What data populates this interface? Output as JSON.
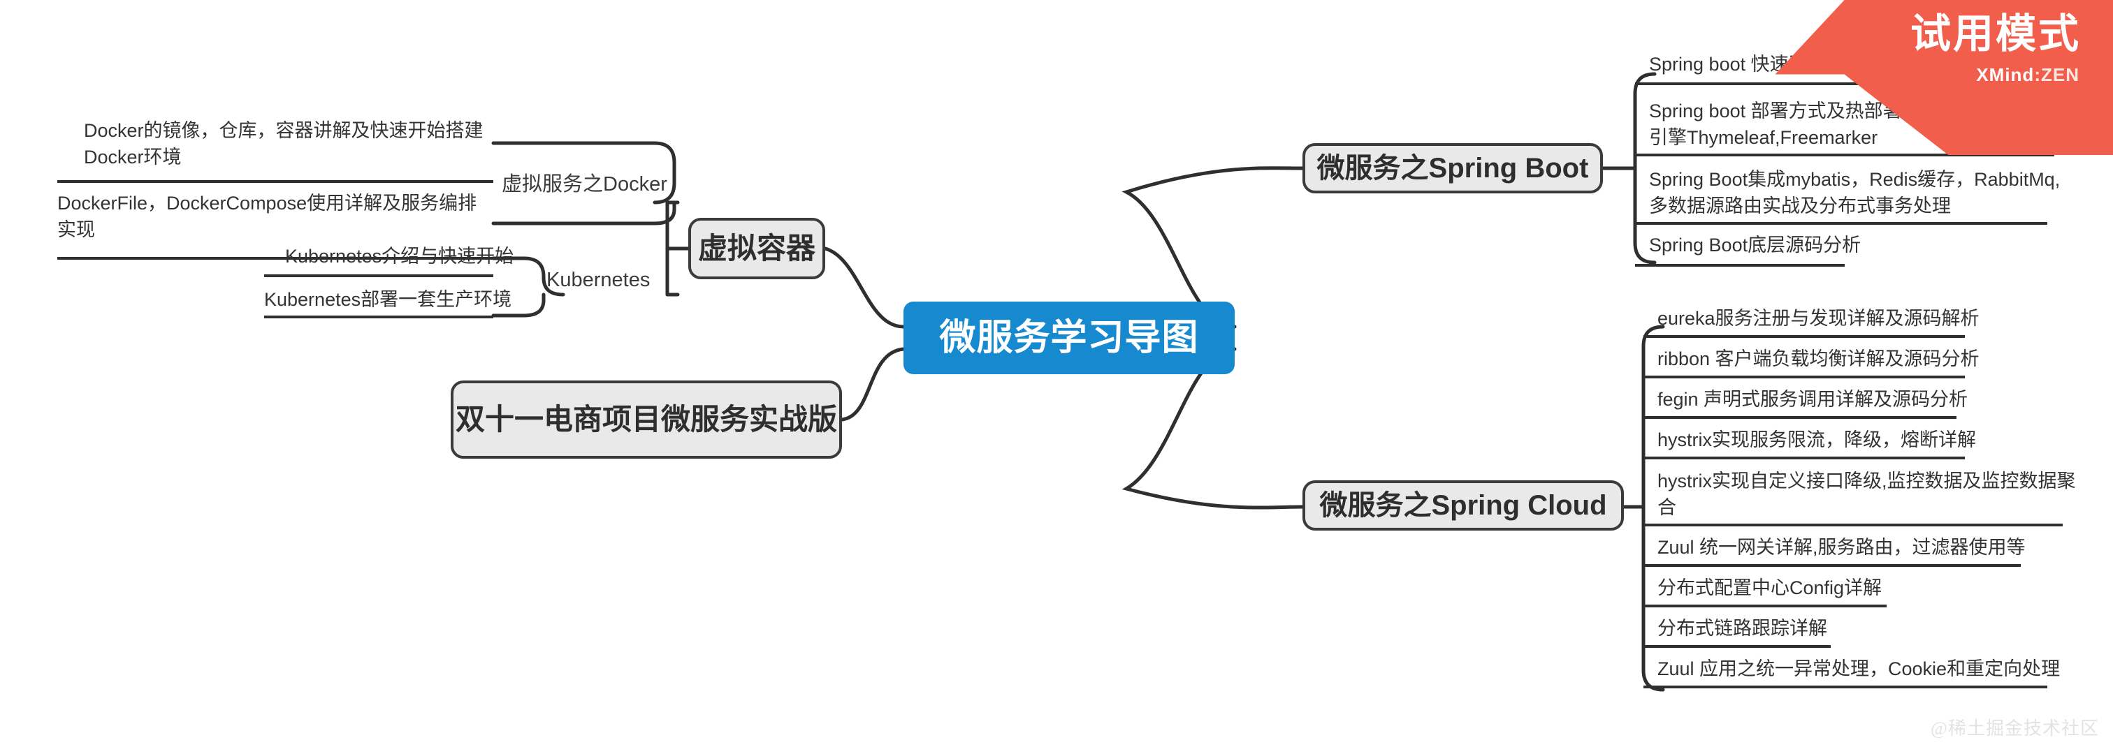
{
  "root": {
    "label": "微服务学习导图",
    "color": "#1789cf",
    "text_color": "#ffffff"
  },
  "theme": {
    "node_fill": "#e9e9e9",
    "node_border": "#3b3b3b",
    "line_color": "#2f2f2f",
    "text_color": "#333333",
    "accent_red": "#f15f4c",
    "background": "#ffffff"
  },
  "branches": {
    "spring_boot": {
      "label": "微服务之Spring Boot",
      "children": [
        {
          "text": "Spring boot 快速开始及核心配置详解"
        },
        {
          "text": "Spring boot 部署方式及热部署详解，Web开发模板",
          "text2": "引擎Thymeleaf,Freemarker"
        },
        {
          "text": "Spring Boot集成mybatis，Redis缓存，RabbitMq,",
          "text2": "多数据源路由实战及分布式事务处理"
        },
        {
          "text": "Spring Boot底层源码分析"
        }
      ]
    },
    "spring_cloud": {
      "label": "微服务之Spring Cloud",
      "children": [
        {
          "text": "eureka服务注册与发现详解及源码解析"
        },
        {
          "text": "ribbon 客户端负载均衡详解及源码分析"
        },
        {
          "text": "fegin 声明式服务调用详解及源码分析"
        },
        {
          "text": "hystrix实现服务限流，降级，熔断详解"
        },
        {
          "text": "hystrix实现自定义接口降级,监控数据及监控数据聚",
          "text2": "合"
        },
        {
          "text": "Zuul 统一网关详解,服务路由，过滤器使用等"
        },
        {
          "text": "分布式配置中心Config详解"
        },
        {
          "text": "分布式链路跟踪详解"
        },
        {
          "text": "Zuul 应用之统一异常处理，Cookie和重定向处理"
        }
      ]
    },
    "virtual_container": {
      "label": "虚拟容器",
      "children": [
        {
          "label": "虚拟服务之Docker",
          "items": [
            {
              "text": "Docker的镜像，仓库，容器讲解及快速开始搭建",
              "text2": "Docker环境"
            },
            {
              "text": "DockerFile，DockerCompose使用详解及服务编排",
              "text2": "实现"
            }
          ]
        },
        {
          "label": "Kubernetes",
          "items": [
            {
              "text": "Kubernetes介绍与快速开始"
            },
            {
              "text": "Kubernetes部署一套生产环境"
            }
          ]
        }
      ]
    },
    "ecommerce": {
      "label": "双十一电商项目微服务实战版"
    }
  },
  "trial_banner": {
    "title": "试用模式",
    "brand_bold": "XMind",
    "brand_rest": ":ZEN"
  },
  "watermark": "@稀土掘金技术社区"
}
